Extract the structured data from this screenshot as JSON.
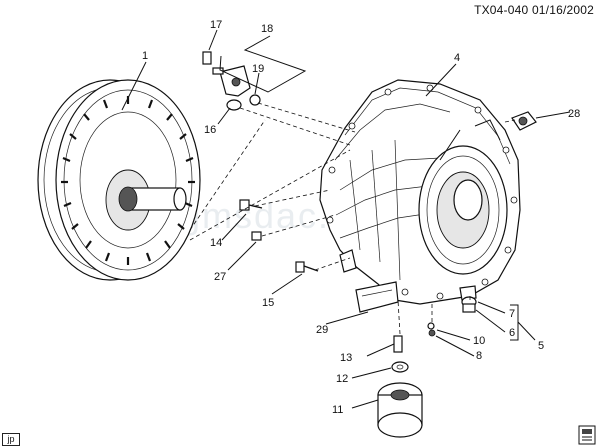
{
  "header": {
    "code": "TX04-040",
    "date": "01/16/2002"
  },
  "watermark": "gmsdac.com.ru",
  "corner_tag": "jp",
  "callouts": {
    "c1": "1",
    "c4": "4",
    "c5": "5",
    "c6": "6",
    "c7": "7",
    "c8": "8",
    "c10": "10",
    "c11": "11",
    "c12": "12",
    "c13": "13",
    "c14": "14",
    "c15": "15",
    "c16": "16",
    "c17": "17",
    "c18": "18",
    "c19": "19",
    "c27": "27",
    "c28": "28",
    "c29": "29"
  },
  "icons": {
    "bottom_right": "document-icon"
  }
}
